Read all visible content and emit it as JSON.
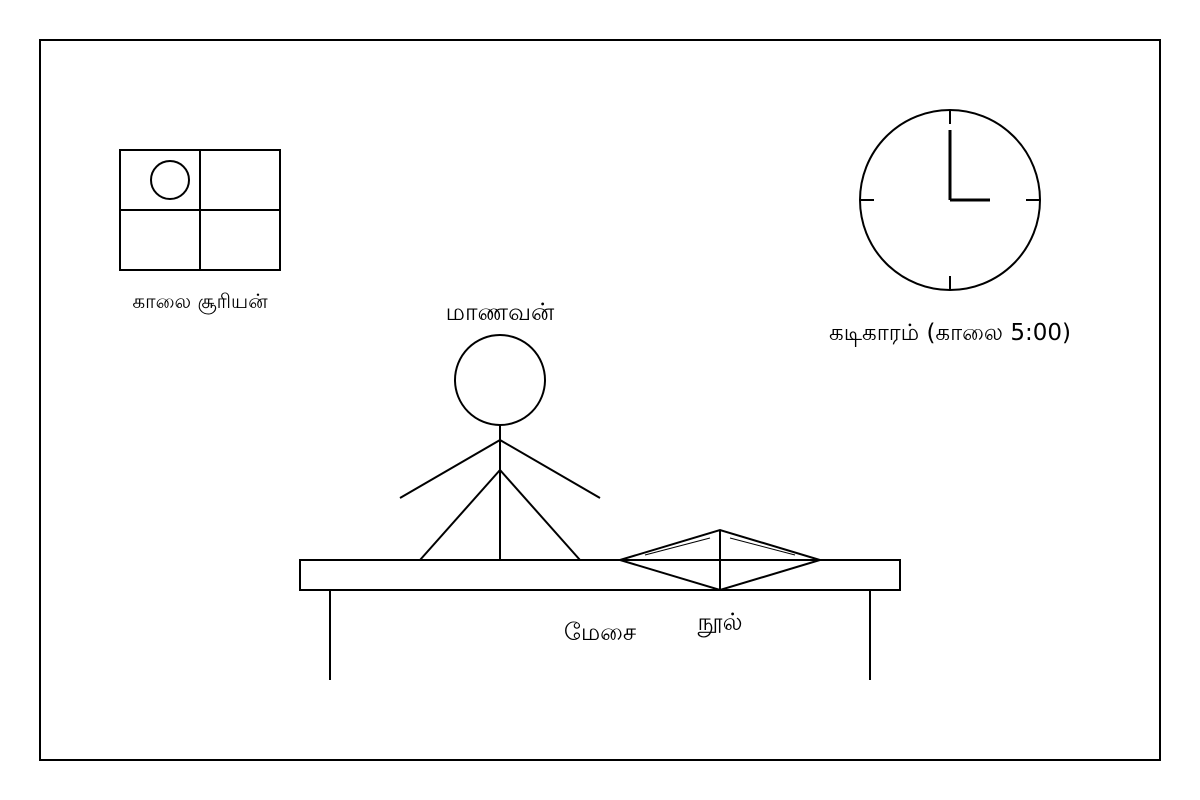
{
  "labels": {
    "sun": "காலை சூரியன்",
    "student": "மாணவன்",
    "clock": "கடிகாரம் (காலை 5:00)",
    "table": "மேசை",
    "book": "நூல்"
  },
  "clock": {
    "hour": 5,
    "minute": 0
  },
  "colors": {
    "stroke": "#000000",
    "background": "#ffffff"
  }
}
